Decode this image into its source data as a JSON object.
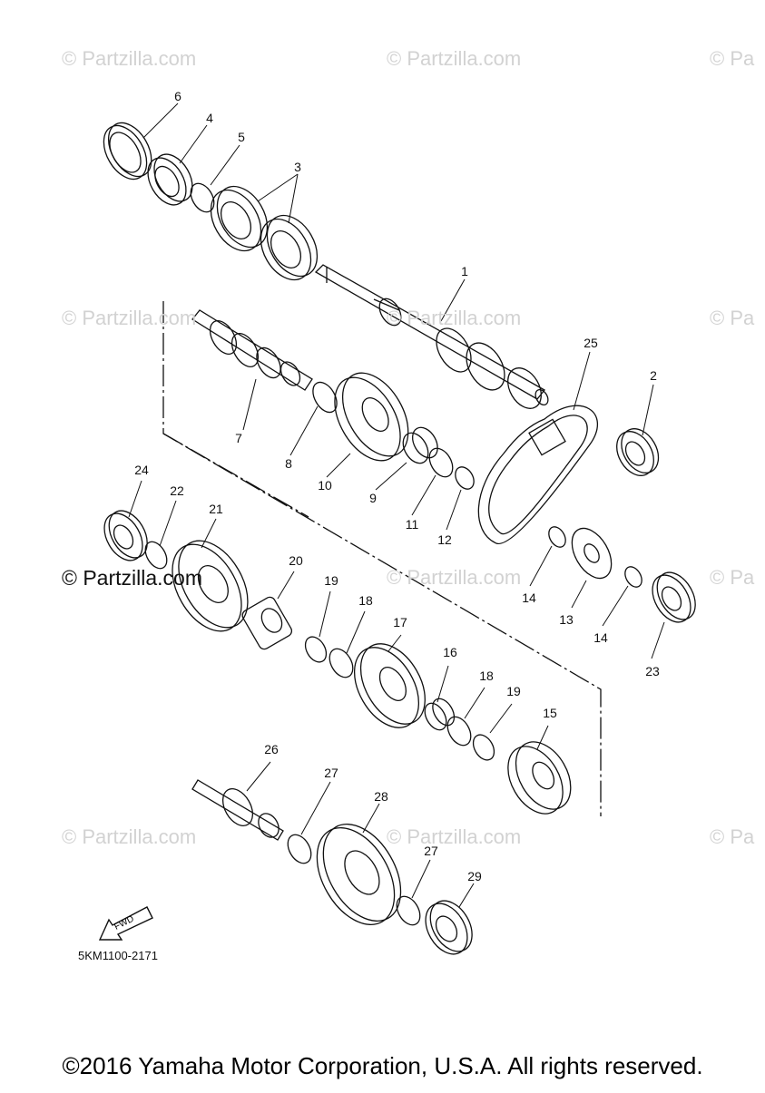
{
  "watermarks": {
    "text": "© Partzilla.com",
    "edge_text": "© Pa",
    "strong_text": "© Partzilla.com"
  },
  "callouts": [
    "1",
    "2",
    "3",
    "4",
    "5",
    "6",
    "7",
    "8",
    "9",
    "10",
    "11",
    "12",
    "13",
    "14",
    "15",
    "16",
    "17",
    "18",
    "19",
    "20",
    "21",
    "22",
    "23",
    "24",
    "25",
    "26",
    "27",
    "28",
    "29"
  ],
  "fwd_label": "FWD",
  "part_code": "5KM1100-2171",
  "copyright": "©2016 Yamaha Motor Corporation, U.S.A. All rights reserved."
}
